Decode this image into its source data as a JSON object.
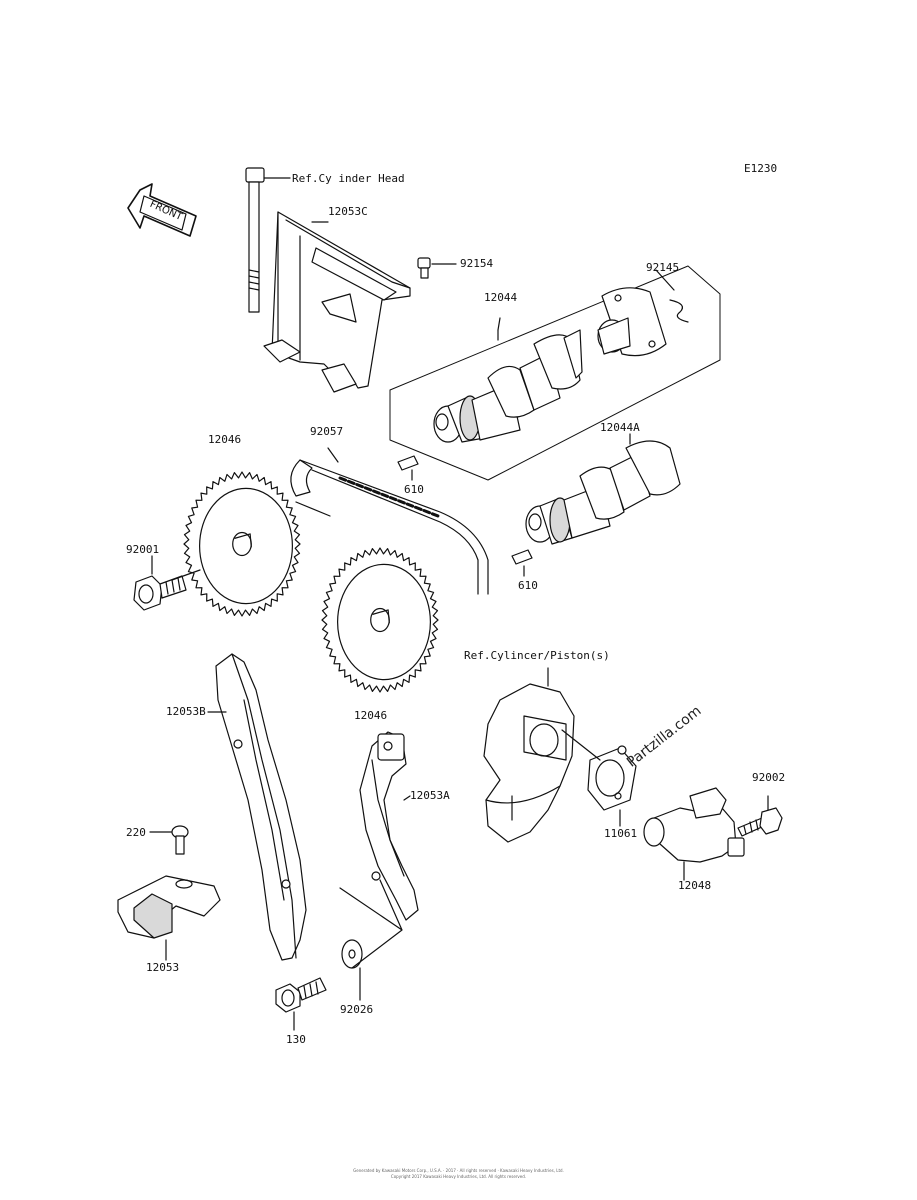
{
  "diagram_code": "E1230",
  "front_arrow": "FRONT",
  "refs": {
    "cylinder_head": "Ref.Cy inder Head",
    "cylinder_piston": "Ref.Cylincer/Piston(s)"
  },
  "parts": {
    "p12053C": "12053C",
    "p92154": "92154",
    "p92145": "92145",
    "p12044": "12044",
    "p92057": "92057",
    "p12046_top": "12046",
    "p12044A": "12044A",
    "p610_a": "610",
    "p610_b": "610",
    "p92001": "92001",
    "p12046_bottom": "12046",
    "p12053B": "12053B",
    "p12053A": "12053A",
    "p220": "220",
    "p12053": "12053",
    "p11061": "11061",
    "p92002": "92002",
    "p12048": "12048",
    "p130": "130",
    "p92026": "92026"
  },
  "watermark": "Partzilla.com",
  "footer": {
    "line1": "Generated by Kawasaki Motors Corp., U.S.A. · 2017 · All rights reserved · Kawasaki Heavy Industries, Ltd.",
    "line2": "Copyright 2017 Kawasaki Heavy Industries, Ltd. All rights reserved."
  },
  "colors": {
    "ink": "#111111",
    "fill": "#ffffff",
    "shade": "#d9d9d9"
  }
}
